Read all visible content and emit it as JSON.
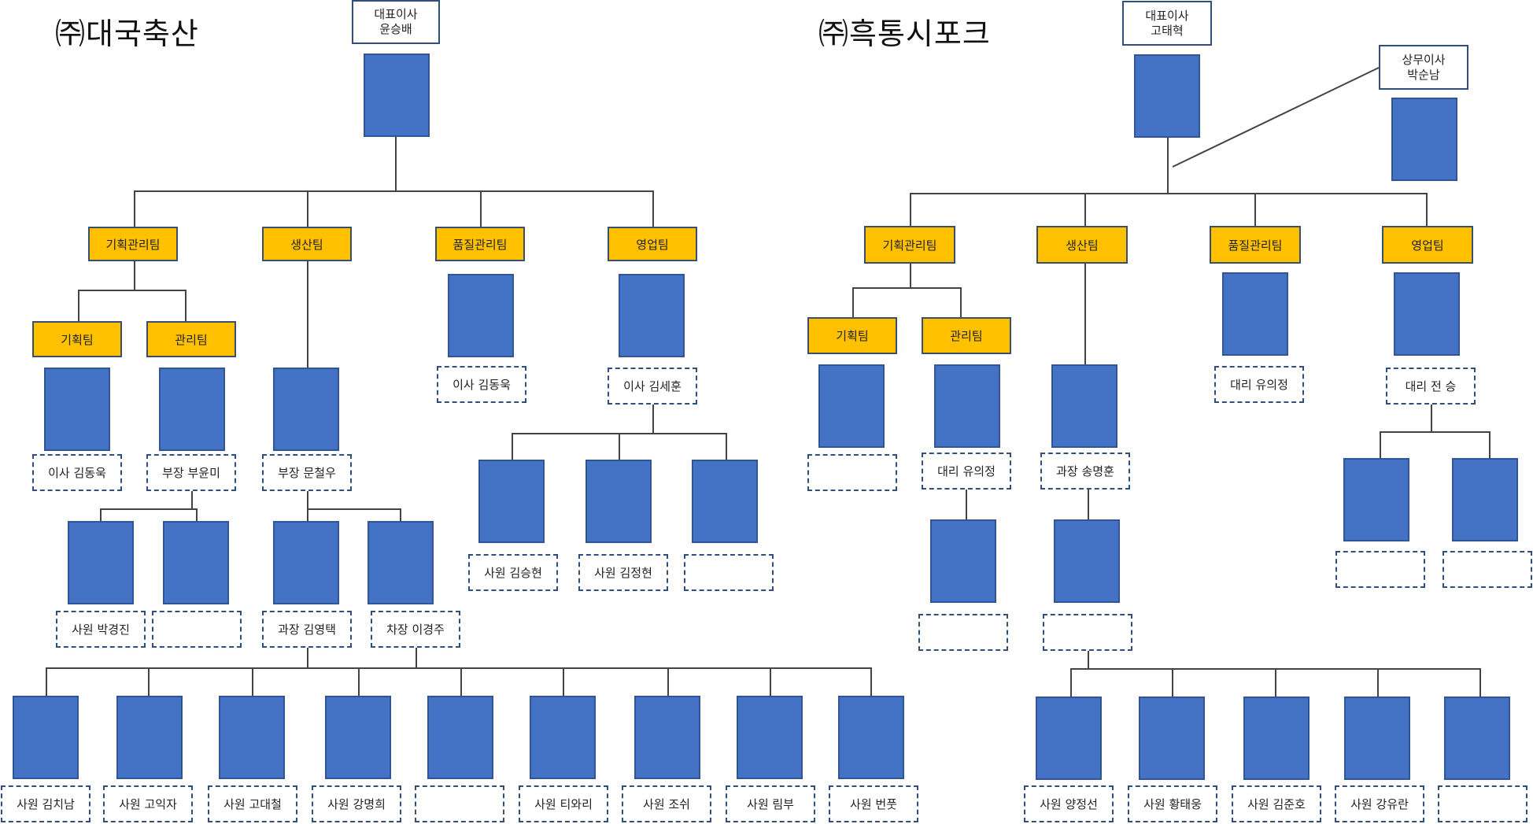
{
  "left_org": {
    "company": "㈜대국축산",
    "ceo": {
      "title": "대표이사",
      "name": "윤승배"
    },
    "teams": [
      "기획관리팀",
      "생산팀",
      "품질관리팀",
      "영업팀"
    ],
    "sub_teams": [
      "기획팀",
      "관리팀"
    ],
    "labels": {
      "planning": "이사 김동욱",
      "management": "부장 부윤미",
      "production": "부장 문철우",
      "quality": "이사 김동욱",
      "sales": "이사 김세훈",
      "mgmt_staff1": "사원 박경진",
      "mgmt_staff2": "",
      "prod_sub1": "과장 김영택",
      "prod_sub2": "차장 이경주",
      "sales_staff1": "사원 김승현",
      "sales_staff2": "사원 김정현",
      "sales_staff3": "",
      "bottom": [
        "사원 김치남",
        "사원 고익자",
        "사원 고대철",
        "사원 강명희",
        "",
        "사원 티와리",
        "사원 조쉬",
        "사원 림부",
        "사원 번풋"
      ]
    }
  },
  "right_org": {
    "company": "㈜흑통시포크",
    "ceo": {
      "title": "대표이사",
      "name": "고태혁"
    },
    "exec": {
      "title": "상무이사",
      "name": "박순남"
    },
    "teams": [
      "기획관리팀",
      "생산팀",
      "품질관리팀",
      "영업팀"
    ],
    "sub_teams": [
      "기획팀",
      "관리팀"
    ],
    "labels": {
      "planning": "",
      "management": "대리 유의정",
      "production": "과장 송명훈",
      "quality": "대리 유의정",
      "sales": "대리 전 승",
      "mgmt_staff": "",
      "prod_staff": "",
      "sales_staff1": "",
      "sales_staff2": "",
      "bottom": [
        "사원 양정선",
        "사원 황태웅",
        "사원 김준호",
        "사원 강유란",
        ""
      ]
    }
  },
  "colors": {
    "team_fill": "#ffc000",
    "photo_fill": "#4472c4",
    "line": "#444444"
  }
}
